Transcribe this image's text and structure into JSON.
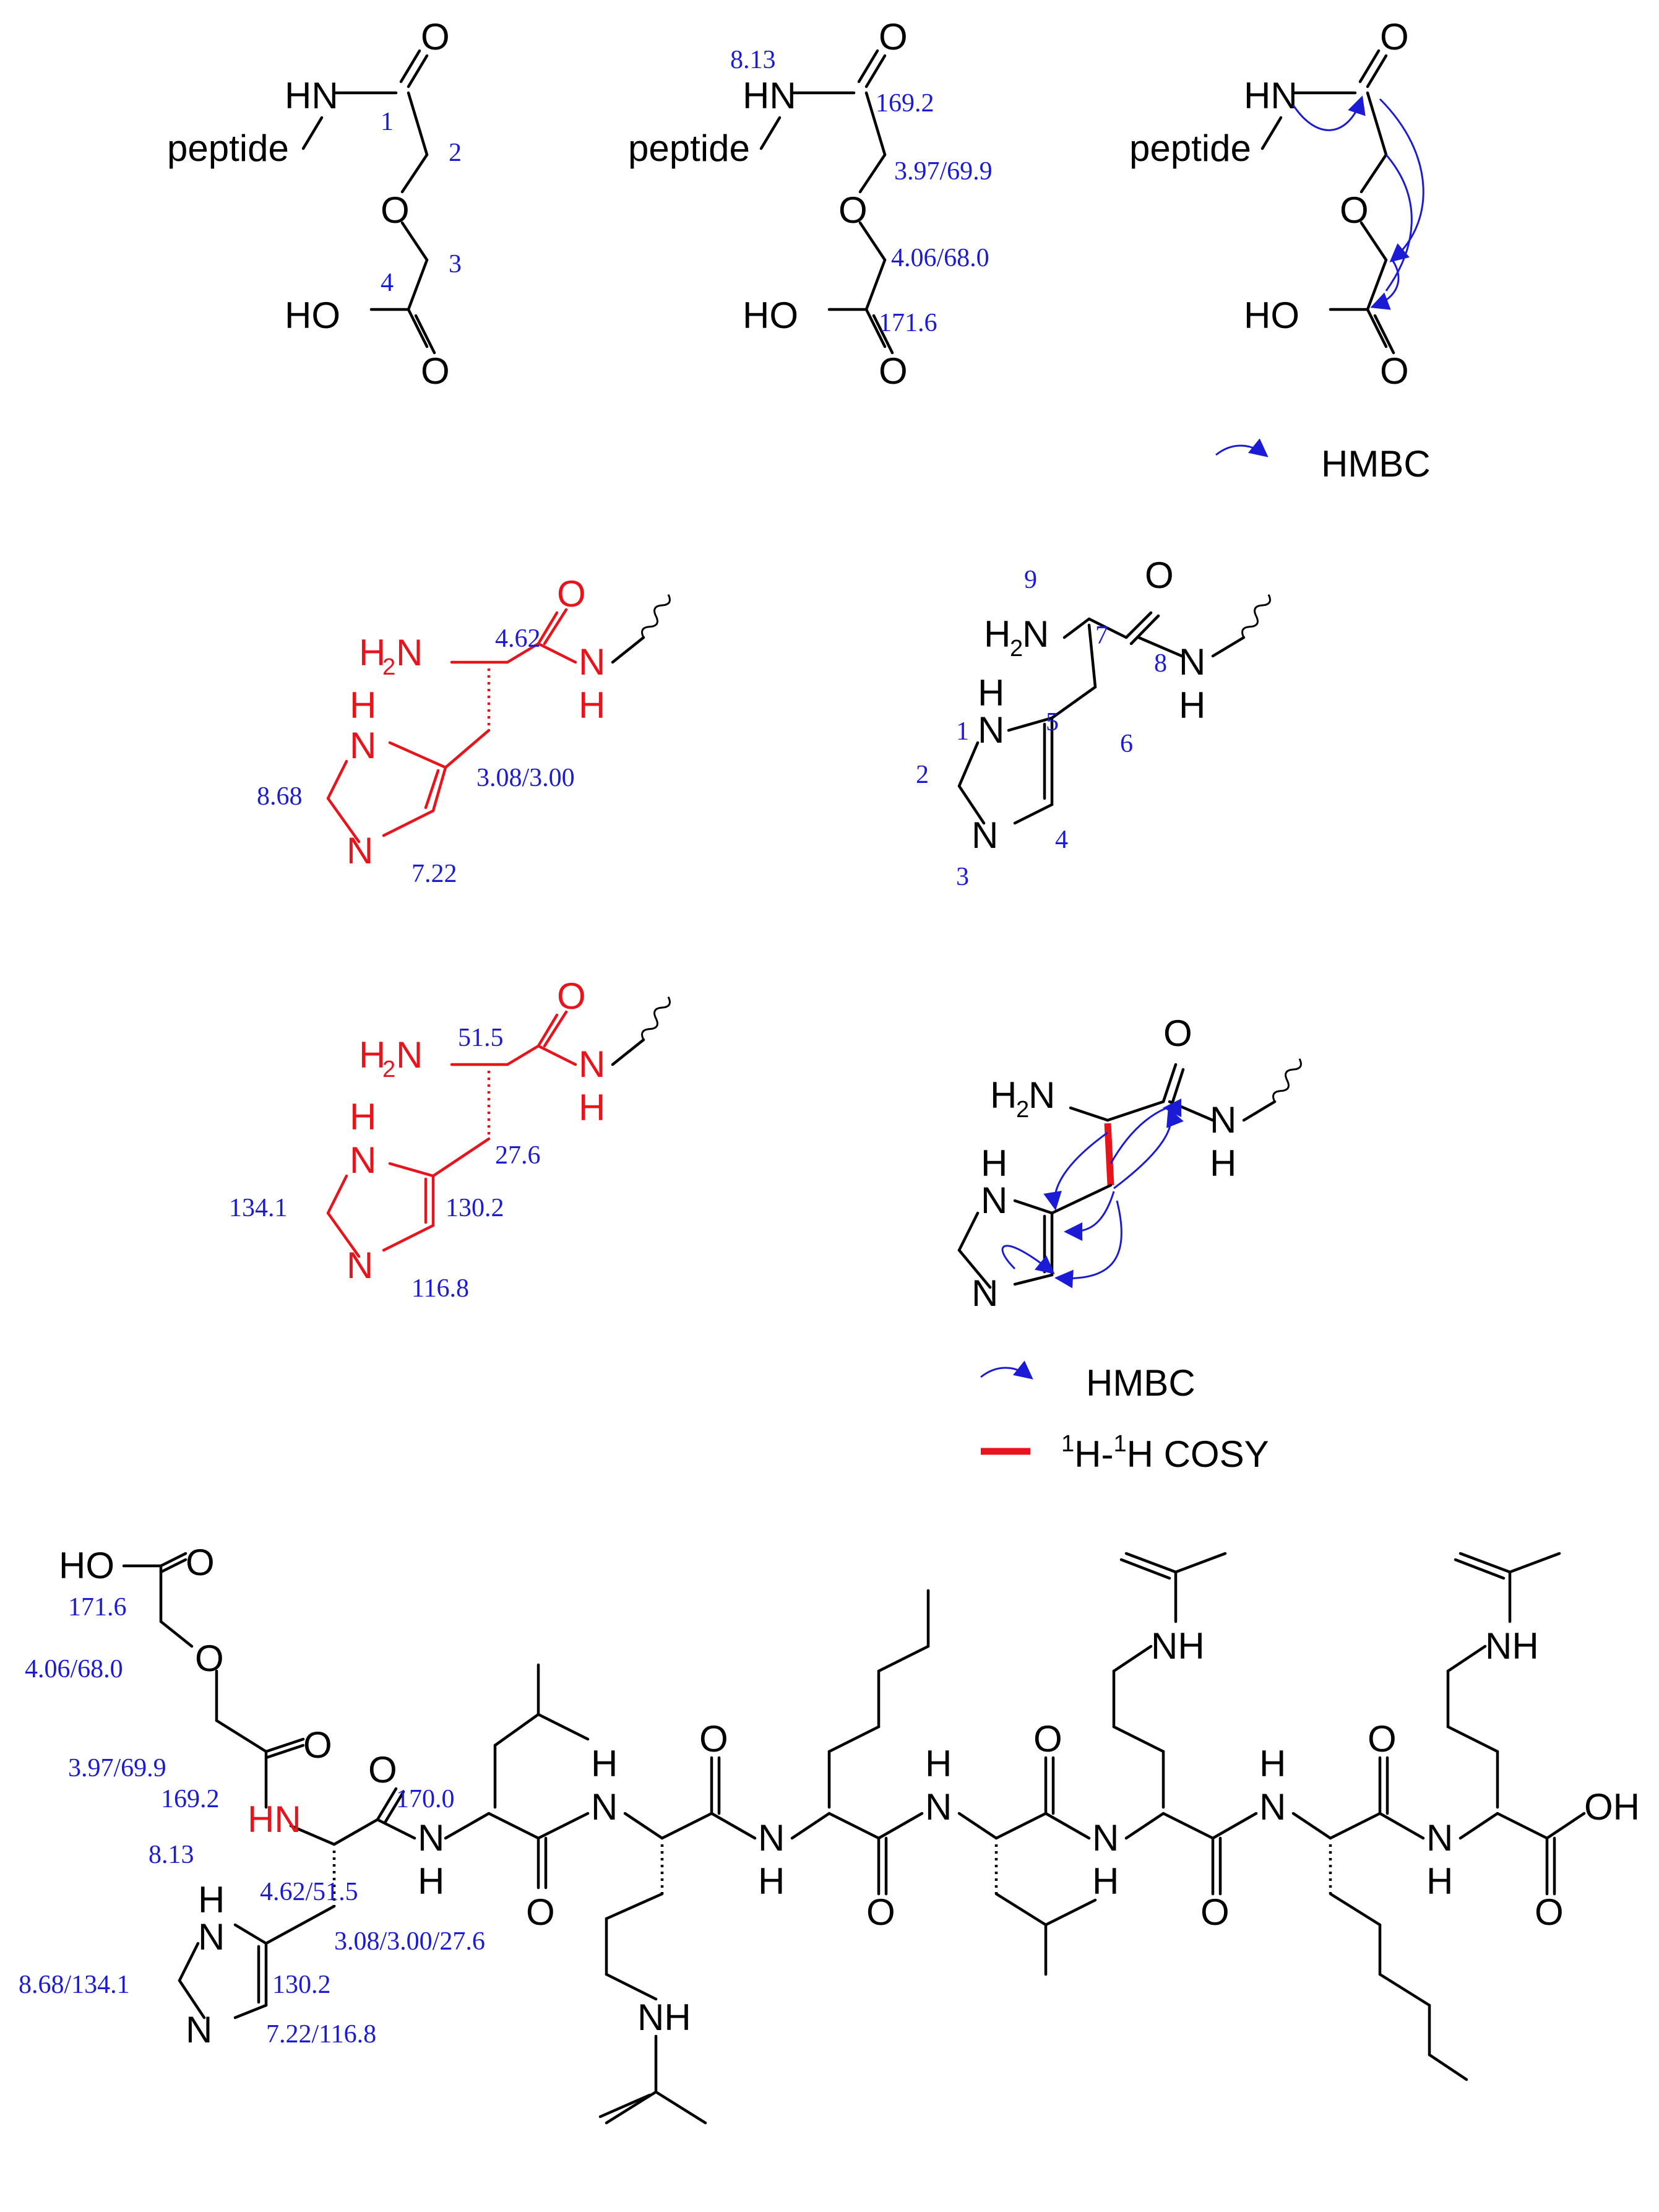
{
  "atoms": {
    "O": "O",
    "N": "N",
    "HN": "HN",
    "NH": "NH",
    "H": "H",
    "HO": "HO",
    "OH": "OH",
    "H2N_main": "H",
    "N_of_H2N": "N",
    "two": "2",
    "peptide": "peptide"
  },
  "labels_top1": {
    "c1": "1",
    "c2": "2",
    "c3": "3",
    "c4": "4"
  },
  "labels_top2": {
    "nh": "8.13",
    "co1": "169.2",
    "ch2a": "3.97/69.9",
    "ch2b": "4.06/68.0",
    "co2": "171.6"
  },
  "his_h": {
    "alpha": "4.62",
    "beta": "3.08/3.00",
    "c2": "8.68",
    "c4": "7.22"
  },
  "his_num": {
    "n1": "1",
    "c2": "2",
    "n3": "3",
    "c4": "4",
    "c5": "5",
    "c6": "6",
    "c7": "7",
    "c8": "8",
    "n9": "9"
  },
  "his_c": {
    "alpha": "51.5",
    "beta": "27.6",
    "c2": "134.1",
    "c5": "130.2",
    "c4": "116.8"
  },
  "legend": {
    "hmbc": "HMBC",
    "cosy_sup": "1",
    "cosy_h1": "H-",
    "cosy_h2": "H COSY"
  },
  "bottom": {
    "co2": "171.6",
    "ch2b": "4.06/68.0",
    "ch2a": "3.97/69.9",
    "co1": "169.2",
    "nh": "8.13",
    "his_co": "170.0",
    "his_alpha": "4.62/51.5",
    "his_beta": "3.08/3.00/27.6",
    "his_c2": "8.68/134.1",
    "his_c5": "130.2",
    "his_c4": "7.22/116.8"
  },
  "colors": {
    "accent_blue": "#1b1bd6",
    "highlight_red": "#e8141c",
    "bond": "#000000"
  }
}
